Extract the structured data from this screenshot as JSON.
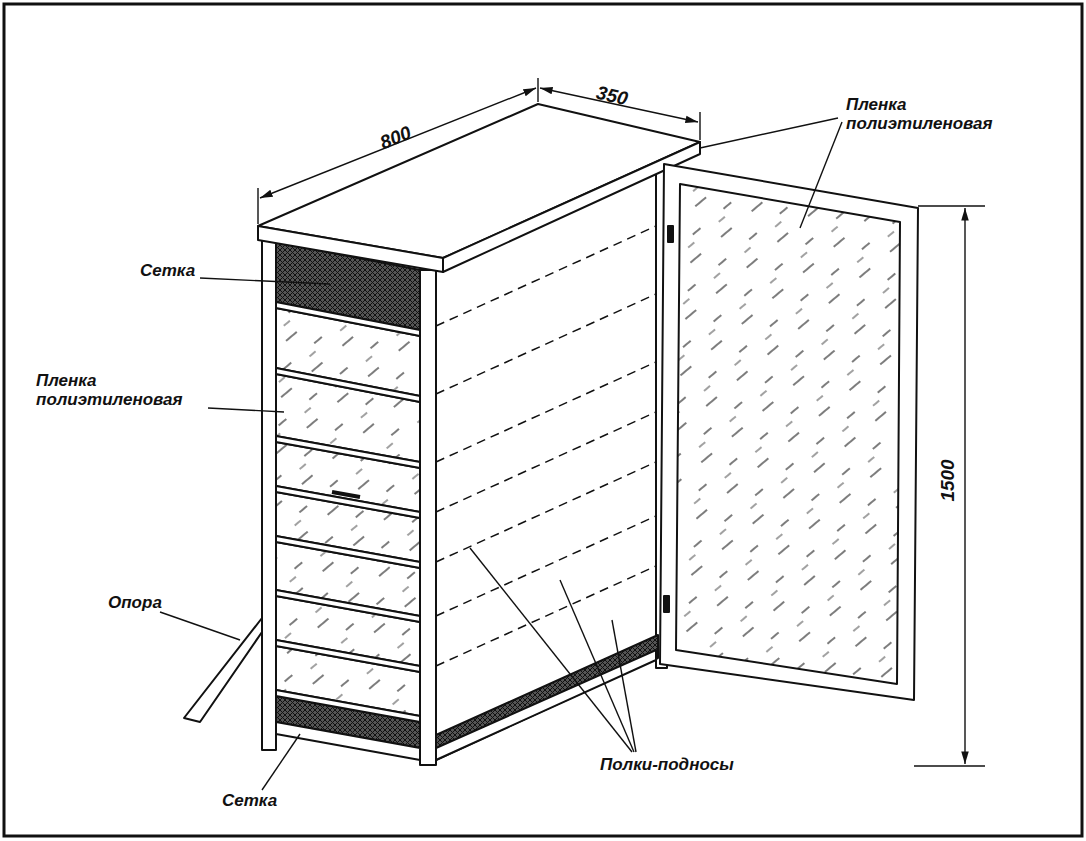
{
  "diagram": {
    "labels": [
      "800",
      "350",
      "Пленка полиэтиленовая",
      "1500",
      "Сетка",
      "Пленка полиэтиленовая",
      "Опора",
      "Сетка",
      "Полки-подносы"
    ]
  }
}
